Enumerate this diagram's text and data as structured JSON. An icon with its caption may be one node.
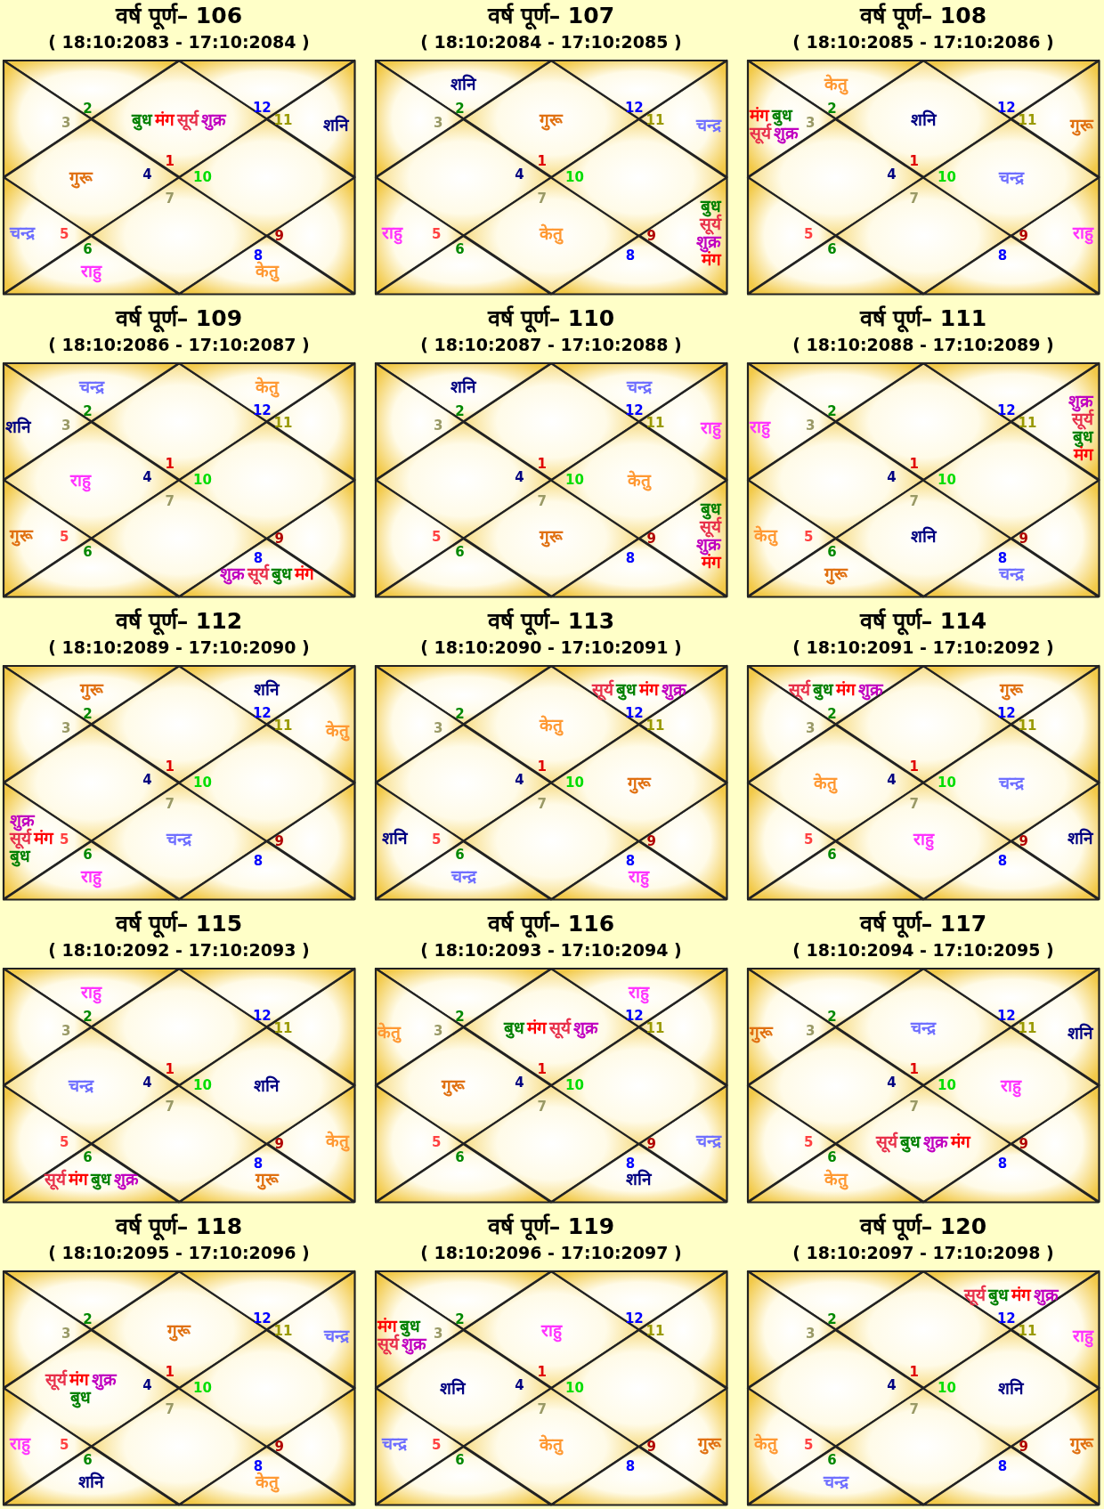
{
  "diagram": {
    "nodes": [
      {
        "text": [
          "वर्ष पूर्ण– 106",
          "( 18:10:2083 - 17:10:2084 )"
        ]
      },
      {
        "text": [
          "बुध",
          "मंग",
          "सूर्य",
          "शुक्र",
          "1"
        ],
        "in": 0
      },
      {
        "text": [
          "2"
        ],
        "in": 0
      },
      {
        "text": [
          "3"
        ],
        "in": 0
      },
      {
        "text": [
          "गुरू",
          "4"
        ],
        "in": 0
      },
      {
        "text": [
          "चन्द्र",
          "5"
        ],
        "in": 0
      },
      {
        "text": [
          "6",
          "राहु"
        ],
        "in": 0
      },
      {
        "text": [
          "7"
        ],
        "in": 0
      },
      {
        "text": [
          "8",
          "केतु"
        ],
        "in": 0
      },
      {
        "text": [
          "9"
        ],
        "in": 0
      },
      {
        "text": [
          "10"
        ],
        "in": 0
      },
      {
        "text": [
          "11",
          "शनि"
        ],
        "in": 0
      },
      {
        "text": [
          "12"
        ],
        "in": 0
      },
      {
        "text": [
          "वर्ष पूर्ण– 107",
          "( 18:10:2084 - 17:10:2085 )"
        ]
      },
      {
        "text": [
          "गुरू",
          "1"
        ],
        "in": 13
      },
      {
        "text": [
          "शनि",
          "2"
        ],
        "in": 13
      },
      {
        "text": [
          "3"
        ],
        "in": 13
      },
      {
        "text": [
          "4"
        ],
        "in": 13
      },
      {
        "text": [
          "राहु",
          "5"
        ],
        "in": 13
      },
      {
        "text": [
          "6"
        ],
        "in": 13
      },
      {
        "text": [
          "7",
          "केतु"
        ],
        "in": 13
      },
      {
        "text": [
          "8"
        ],
        "in": 13
      },
      {
        "text": [
          "9",
          "बुध",
          "सूर्य",
          "शुक्र",
          "मंग"
        ],
        "in": 13
      },
      {
        "text": [
          "10"
        ],
        "in": 13
      },
      {
        "text": [
          "11",
          "चन्द्र"
        ],
        "in": 13
      },
      {
        "text": [
          "12"
        ],
        "in": 13
      },
      {
        "text": [
          "वर्ष पूर्ण– 108",
          "( 18:10:2085 - 17:10:2086 )"
        ]
      },
      {
        "text": [
          "शनि",
          "1"
        ],
        "in": 26
      },
      {
        "text": [
          "केतु",
          "2"
        ],
        "in": 26
      },
      {
        "text": [
          "मंग",
          "बुध",
          "सूर्य",
          "शुक्र",
          "3"
        ],
        "in": 26
      },
      {
        "text": [
          "4"
        ],
        "in": 26
      },
      {
        "text": [
          "5"
        ],
        "in": 26
      },
      {
        "text": [
          "6"
        ],
        "in": 26
      },
      {
        "text": [
          "7"
        ],
        "in": 26
      },
      {
        "text": [
          "8"
        ],
        "in": 26
      },
      {
        "text": [
          "9",
          "राहु"
        ],
        "in": 26
      },
      {
        "text": [
          "10",
          "चन्द्र"
        ],
        "in": 26
      },
      {
        "text": [
          "11",
          "गुरू"
        ],
        "in": 26
      },
      {
        "text": [
          "12"
        ],
        "in": 26
      },
      {
        "text": [
          "वर्ष पूर्ण– 109",
          "( 18:10:2086 - 17:10:2087 )"
        ]
      },
      {
        "text": [
          "1"
        ],
        "in": 39
      },
      {
        "text": [
          "चन्द्र",
          "2"
        ],
        "in": 39
      },
      {
        "text": [
          "शनि",
          "3"
        ],
        "in": 39
      },
      {
        "text": [
          "राहु",
          "4"
        ],
        "in": 39
      },
      {
        "text": [
          "गुरू",
          "5"
        ],
        "in": 39
      },
      {
        "text": [
          "6"
        ],
        "in": 39
      },
      {
        "text": [
          "7"
        ],
        "in": 39
      },
      {
        "text": [
          "8",
          "शुक्र",
          "सूर्य",
          "बुध",
          "मंग"
        ],
        "in": 39
      },
      {
        "text": [
          "9"
        ],
        "in": 39
      },
      {
        "text": [
          "10"
        ],
        "in": 39
      },
      {
        "text": [
          "11"
        ],
        "in": 39
      },
      {
        "text": [
          "केतु",
          "12"
        ],
        "in": 39
      },
      {
        "text": [
          "वर्ष पूर्ण– 110",
          "( 18:10:2087 - 17:10:2088 )"
        ]
      },
      {
        "text": [
          "1"
        ],
        "in": 52
      },
      {
        "text": [
          "शनि",
          "2"
        ],
        "in": 52
      },
      {
        "text": [
          "3"
        ],
        "in": 52
      },
      {
        "text": [
          "4"
        ],
        "in": 52
      },
      {
        "text": [
          "5"
        ],
        "in": 52
      },
      {
        "text": [
          "6"
        ],
        "in": 52
      },
      {
        "text": [
          "7",
          "गुरू"
        ],
        "in": 52
      },
      {
        "text": [
          "8"
        ],
        "in": 52
      },
      {
        "text": [
          "9",
          "बुध",
          "सूर्य",
          "शुक्र",
          "मंग"
        ],
        "in": 52
      },
      {
        "text": [
          "10",
          "केतु"
        ],
        "in": 52
      },
      {
        "text": [
          "11",
          "राहु"
        ],
        "in": 52
      },
      {
        "text": [
          "चन्द्र",
          "12"
        ],
        "in": 52
      },
      {
        "text": [
          "वर्ष पूर्ण– 111",
          "( 18:10:2088 - 17:10:2089 )"
        ]
      },
      {
        "text": [
          "1"
        ],
        "in": 65
      },
      {
        "text": [
          "2"
        ],
        "in": 65
      },
      {
        "text": [
          "राहु",
          "3"
        ],
        "in": 65
      },
      {
        "text": [
          "4"
        ],
        "in": 65
      },
      {
        "text": [
          "केतु",
          "5"
        ],
        "in": 65
      },
      {
        "text": [
          "6",
          "गुरू"
        ],
        "in": 65
      },
      {
        "text": [
          "7",
          "शनि"
        ],
        "in": 65
      },
      {
        "text": [
          "8",
          "चन्द्र"
        ],
        "in": 65
      },
      {
        "text": [
          "9"
        ],
        "in": 65
      },
      {
        "text": [
          "10"
        ],
        "in": 65
      },
      {
        "text": [
          "11",
          "शुक्र",
          "सूर्य",
          "बुध",
          "मंग"
        ],
        "in": 65
      },
      {
        "text": [
          "12"
        ],
        "in": 65
      },
      {
        "text": [
          "वर्ष पूर्ण– 112",
          "( 18:10:2089 - 17:10:2090 )"
        ]
      },
      {
        "text": [
          "1"
        ],
        "in": 78
      },
      {
        "text": [
          "गुरू",
          "2"
        ],
        "in": 78
      },
      {
        "text": [
          "3"
        ],
        "in": 78
      },
      {
        "text": [
          "4"
        ],
        "in": 78
      },
      {
        "text": [
          "शुक्र",
          "सूर्य",
          "मंग",
          "बुध",
          "5"
        ],
        "in": 78
      },
      {
        "text": [
          "6",
          "राहु"
        ],
        "in": 78
      },
      {
        "text": [
          "7",
          "चन्द्र"
        ],
        "in": 78
      },
      {
        "text": [
          "8"
        ],
        "in": 78
      },
      {
        "text": [
          "9"
        ],
        "in": 78
      },
      {
        "text": [
          "10"
        ],
        "in": 78
      },
      {
        "text": [
          "11",
          "केतु"
        ],
        "in": 78
      },
      {
        "text": [
          "शनि",
          "12"
        ],
        "in": 78
      },
      {
        "text": [
          "वर्ष पूर्ण– 113",
          "( 18:10:2090 - 17:10:2091 )"
        ]
      },
      {
        "text": [
          "केतु",
          "1"
        ],
        "in": 91
      },
      {
        "text": [
          "2"
        ],
        "in": 91
      },
      {
        "text": [
          "3"
        ],
        "in": 91
      },
      {
        "text": [
          "4"
        ],
        "in": 91
      },
      {
        "text": [
          "शनि",
          "5"
        ],
        "in": 91
      },
      {
        "text": [
          "6",
          "चन्द्र"
        ],
        "in": 91
      },
      {
        "text": [
          "7"
        ],
        "in": 91
      },
      {
        "text": [
          "8",
          "राहु"
        ],
        "in": 91
      },
      {
        "text": [
          "9"
        ],
        "in": 91
      },
      {
        "text": [
          "10",
          "गुरू"
        ],
        "in": 91
      },
      {
        "text": [
          "11"
        ],
        "in": 91
      },
      {
        "text": [
          "सूर्य",
          "बुध",
          "मंग",
          "शुक्र",
          "12"
        ],
        "in": 91
      },
      {
        "text": [
          "वर्ष पूर्ण– 114",
          "( 18:10:2091 - 17:10:2092 )"
        ]
      },
      {
        "text": [
          "1"
        ],
        "in": 104
      },
      {
        "text": [
          "सूर्य",
          "बुध",
          "मंग",
          "शुक्र",
          "2"
        ],
        "in": 104
      },
      {
        "text": [
          "3"
        ],
        "in": 104
      },
      {
        "text": [
          "केतु",
          "4"
        ],
        "in": 104
      },
      {
        "text": [
          "5"
        ],
        "in": 104
      },
      {
        "text": [
          "6"
        ],
        "in": 104
      },
      {
        "text": [
          "7",
          "राहु"
        ],
        "in": 104
      },
      {
        "text": [
          "8"
        ],
        "in": 104
      },
      {
        "text": [
          "9",
          "शनि"
        ],
        "in": 104
      },
      {
        "text": [
          "10",
          "चन्द्र"
        ],
        "in": 104
      },
      {
        "text": [
          "11"
        ],
        "in": 104
      },
      {
        "text": [
          "गुरू",
          "12"
        ],
        "in": 104
      },
      {
        "text": [
          "वर्ष पूर्ण– 115",
          "( 18:10:2092 - 17:10:2093 )"
        ]
      },
      {
        "text": [
          "1"
        ],
        "in": 117
      },
      {
        "text": [
          "राहु",
          "2"
        ],
        "in": 117
      },
      {
        "text": [
          "3"
        ],
        "in": 117
      },
      {
        "text": [
          "चन्द्र",
          "4"
        ],
        "in": 117
      },
      {
        "text": [
          "5"
        ],
        "in": 117
      },
      {
        "text": [
          "6",
          "सूर्य",
          "मंग",
          "बुध",
          "शुक्र"
        ],
        "in": 117
      },
      {
        "text": [
          "7"
        ],
        "in": 117
      },
      {
        "text": [
          "8",
          "गुरू"
        ],
        "in": 117
      },
      {
        "text": [
          "9",
          "केतु"
        ],
        "in": 117
      },
      {
        "text": [
          "10",
          "शनि"
        ],
        "in": 117
      },
      {
        "text": [
          "11"
        ],
        "in": 117
      },
      {
        "text": [
          "12"
        ],
        "in": 117
      },
      {
        "text": [
          "वर्ष पूर्ण– 116",
          "( 18:10:2093 - 17:10:2094 )"
        ]
      },
      {
        "text": [
          "बुध",
          "मंग",
          "सूर्य",
          "शुक्र",
          "1"
        ],
        "in": 130
      },
      {
        "text": [
          "2"
        ],
        "in": 130
      },
      {
        "text": [
          "केतु",
          "3"
        ],
        "in": 130
      },
      {
        "text": [
          "गुरू",
          "4"
        ],
        "in": 130
      },
      {
        "text": [
          "5"
        ],
        "in": 130
      },
      {
        "text": [
          "6"
        ],
        "in": 130
      },
      {
        "text": [
          "7"
        ],
        "in": 130
      },
      {
        "text": [
          "8",
          "शनि"
        ],
        "in": 130
      },
      {
        "text": [
          "9",
          "चन्द्र"
        ],
        "in": 130
      },
      {
        "text": [
          "10"
        ],
        "in": 130
      },
      {
        "text": [
          "11"
        ],
        "in": 130
      },
      {
        "text": [
          "राहु",
          "12"
        ],
        "in": 130
      },
      {
        "text": [
          "वर्ष पूर्ण– 117",
          "( 18:10:2094 - 17:10:2095 )"
        ]
      },
      {
        "text": [
          "चन्द्र",
          "1"
        ],
        "in": 143
      },
      {
        "text": [
          "2"
        ],
        "in": 143
      },
      {
        "text": [
          "गुरू",
          "3"
        ],
        "in": 143
      },
      {
        "text": [
          "4"
        ],
        "in": 143
      },
      {
        "text": [
          "5"
        ],
        "in": 143
      },
      {
        "text": [
          "6",
          "केतु"
        ],
        "in": 143
      },
      {
        "text": [
          "7",
          "सूर्य",
          "बुध",
          "शुक्र",
          "मंग"
        ],
        "in": 143
      },
      {
        "text": [
          "8"
        ],
        "in": 143
      },
      {
        "text": [
          "9"
        ],
        "in": 143
      },
      {
        "text": [
          "10",
          "राहु"
        ],
        "in": 143
      },
      {
        "text": [
          "11",
          "शनि"
        ],
        "in": 143
      },
      {
        "text": [
          "12"
        ],
        "in": 143
      },
      {
        "text": [
          "वर्ष पूर्ण– 118",
          "( 18:10:2095 - 17:10:2096 )"
        ]
      },
      {
        "text": [
          "गुरू",
          "1"
        ],
        "in": 156
      },
      {
        "text": [
          "2"
        ],
        "in": 156
      },
      {
        "text": [
          "3"
        ],
        "in": 156
      },
      {
        "text": [
          "सूर्य",
          "मंग",
          "शुक्र",
          "बुध",
          "4"
        ],
        "in": 156
      },
      {
        "text": [
          "राहु",
          "5"
        ],
        "in": 156
      },
      {
        "text": [
          "6",
          "शनि"
        ],
        "in": 156
      },
      {
        "text": [
          "7"
        ],
        "in": 156
      },
      {
        "text": [
          "8",
          "केतु"
        ],
        "in": 156
      },
      {
        "text": [
          "9"
        ],
        "in": 156
      },
      {
        "text": [
          "10"
        ],
        "in": 156
      },
      {
        "text": [
          "11",
          "चन्द्र"
        ],
        "in": 156
      },
      {
        "text": [
          "12"
        ],
        "in": 156
      },
      {
        "text": [
          "वर्ष पूर्ण– 119",
          "( 18:10:2096 - 17:10:2097 )"
        ]
      },
      {
        "text": [
          "राहु",
          "1"
        ],
        "in": 169
      },
      {
        "text": [
          "2"
        ],
        "in": 169
      },
      {
        "text": [
          "मंग",
          "बुध",
          "सूर्य",
          "शुक्र",
          "3"
        ],
        "in": 169
      },
      {
        "text": [
          "शनि",
          "4"
        ],
        "in": 169
      },
      {
        "text": [
          "चन्द्र",
          "5"
        ],
        "in": 169
      },
      {
        "text": [
          "6"
        ],
        "in": 169
      },
      {
        "text": [
          "7",
          "केतु"
        ],
        "in": 169
      },
      {
        "text": [
          "8"
        ],
        "in": 169
      },
      {
        "text": [
          "9",
          "गुरू"
        ],
        "in": 169
      },
      {
        "text": [
          "10"
        ],
        "in": 169
      },
      {
        "text": [
          "11"
        ],
        "in": 169
      },
      {
        "text": [
          "12"
        ],
        "in": 169
      },
      {
        "text": [
          "वर्ष पूर्ण– 120",
          "( 18:10:2097 - 17:10:2098 )"
        ]
      },
      {
        "text": [
          "1"
        ],
        "in": 182
      },
      {
        "text": [
          "2"
        ],
        "in": 182
      },
      {
        "text": [
          "3"
        ],
        "in": 182
      },
      {
        "text": [
          "4"
        ],
        "in": 182
      },
      {
        "text": [
          "केतु",
          "5"
        ],
        "in": 182
      },
      {
        "text": [
          "6",
          "चन्द्र"
        ],
        "in": 182
      },
      {
        "text": [
          "7"
        ],
        "in": 182
      },
      {
        "text": [
          "8"
        ],
        "in": 182
      },
      {
        "text": [
          "9",
          "गुरू"
        ],
        "in": 182
      },
      {
        "text": [
          "10",
          "शनि"
        ],
        "in": 182
      },
      {
        "text": [
          "11",
          "राहु"
        ],
        "in": 182
      },
      {
        "text": [
          "सूर्य",
          "बुध",
          "मंग",
          "शुक्र",
          "12"
        ],
        "in": 182
      }
    ]
  }
}
